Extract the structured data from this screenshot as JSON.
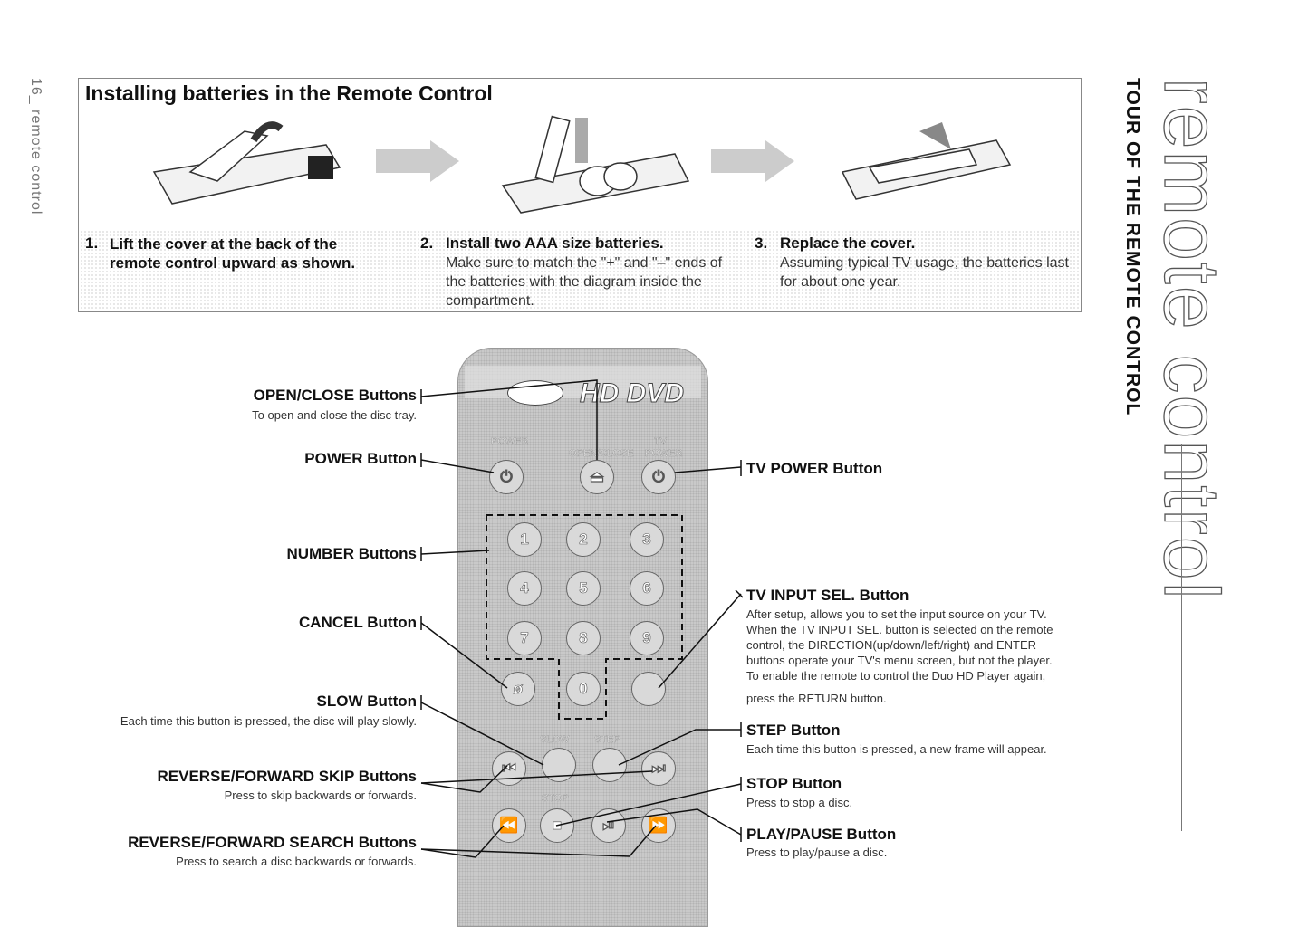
{
  "page": {
    "side_label": "16_ remote control",
    "section_label": "TOUR OF THE REMOTE CONTROL",
    "chapter_title": "remote control"
  },
  "batteries": {
    "title": "Installing batteries in the Remote Control",
    "steps": [
      {
        "num": "1.",
        "head": "Lift the cover at the back of the remote control upward as shown.",
        "desc": ""
      },
      {
        "num": "2.",
        "head": "Install two AAA size batteries.",
        "desc": "Make sure to match the \"+\" and \"–\" ends of the batteries with the diagram inside the compartment."
      },
      {
        "num": "3.",
        "head": "Replace the cover.",
        "desc": "Assuming typical TV usage, the batteries last for about one year."
      }
    ]
  },
  "remote": {
    "logo_text": "HD DVD",
    "power_mark": "POWER",
    "openclose_mark": "OPEN/CLOSE",
    "tv_mark": "TV",
    "tvpower_mark": "POWER",
    "slow_mark": "SLOW",
    "step_mark": "STEP",
    "stop_mark": "STOP",
    "numbers": [
      "1",
      "2",
      "3",
      "4",
      "5",
      "6",
      "7",
      "8",
      "9",
      "0"
    ]
  },
  "labels": {
    "openclose": {
      "title": "OPEN/CLOSE Buttons",
      "desc": "To open and close the disc tray."
    },
    "power": {
      "title": "POWER Button"
    },
    "number": {
      "title": "NUMBER Buttons"
    },
    "cancel": {
      "title": "CANCEL Button"
    },
    "slow": {
      "title": "SLOW Button",
      "desc": "Each time this button is pressed, the disc will play slowly."
    },
    "skip": {
      "title": "REVERSE/FORWARD SKIP Buttons",
      "desc": "Press to skip backwards or forwards."
    },
    "search": {
      "title": "REVERSE/FORWARD SEARCH Buttons",
      "desc": "Press to search a disc backwards or forwards."
    },
    "tvpower": {
      "title": "TV POWER Button"
    },
    "tvinput": {
      "title": "TV INPUT SEL. Button",
      "desc_lines": [
        "After setup, allows you to set the input source on your TV.",
        "When the TV INPUT SEL. button is selected on the remote",
        "control, the DIRECTION(up/down/left/right) and ENTER",
        "buttons operate your TV's menu screen, but not the player.",
        "To enable the remote to control the Duo HD Player again,",
        "press the RETURN button."
      ]
    },
    "step": {
      "title": "STEP Button",
      "desc": "Each time this button is pressed, a new frame will appear."
    },
    "stop": {
      "title": "STOP Button",
      "desc": "Press to stop a disc."
    },
    "playpause": {
      "title": "PLAY/PAUSE Button",
      "desc": "Press to play/pause a disc."
    }
  }
}
